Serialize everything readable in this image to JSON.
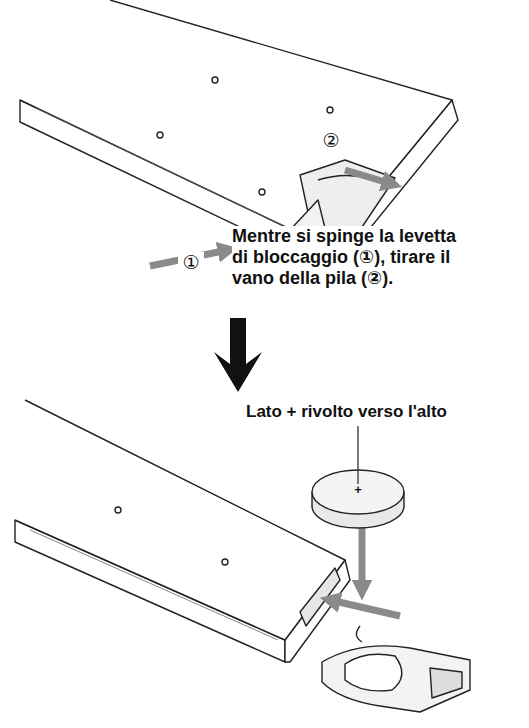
{
  "diagram": {
    "labels": [
      "①",
      "②",
      "Mentre si spinge la levetta di bloccaggio (①), tirare il vano della pila (②).",
      "Lato + rivolto verso l'alto",
      "+"
    ]
  }
}
